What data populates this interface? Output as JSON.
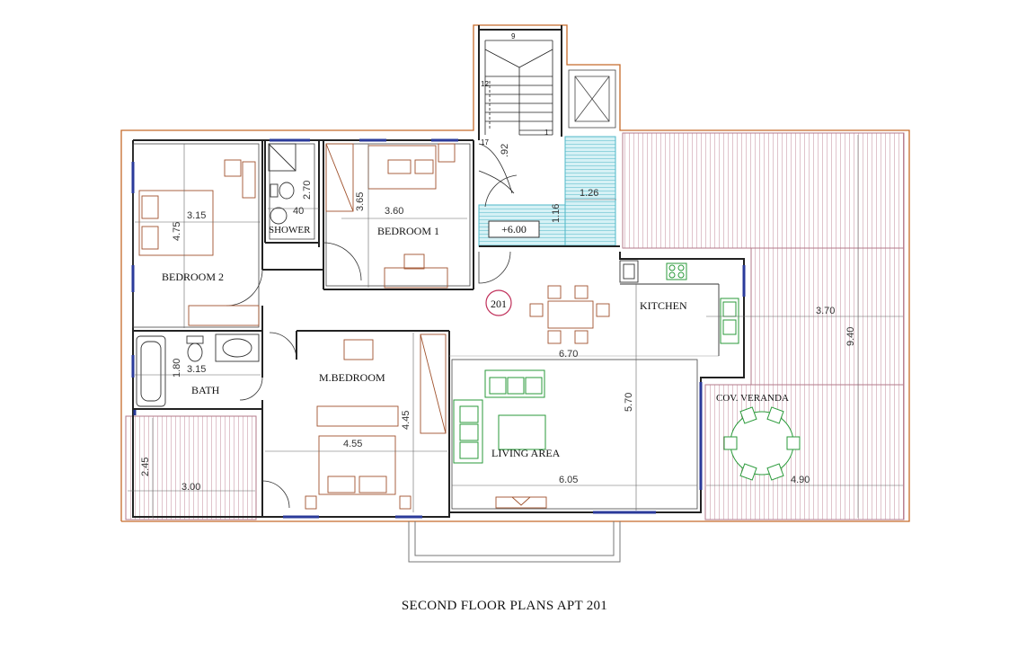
{
  "title": "SECOND FLOOR PLANS APT 201",
  "apartment_number": "201",
  "level": "+6.00",
  "rooms": {
    "bedroom2": "BEDROOM 2",
    "shower": "SHOWER",
    "bedroom1": "BEDROOM 1",
    "bath": "BATH",
    "mbedroom": "M.BEDROOM",
    "kitchen": "KITCHEN",
    "living": "LIVING AREA",
    "veranda": "COV. VERANDA"
  },
  "dimensions": {
    "b2_w": "3.15",
    "b2_h": "4.75",
    "shower_w": "40",
    "shower_h": "2.70",
    "b1_h": "3.65",
    "b1_w": "3.60",
    "stair_r": ".92",
    "land_w": "1.26",
    "land_h": "1.16",
    "bath_w": "3.15",
    "bath_h": "1.80",
    "mb_w": "4.55",
    "mb_h": "4.45",
    "liv_w1": "6.70",
    "liv_h": "5.70",
    "liv_w2": "6.05",
    "ver_w1": "3.70",
    "ver_h": "9.40",
    "ver_w2": "4.90",
    "bal_w": "3.00",
    "bal_h": "2.45"
  },
  "stair_steps": {
    "top": "9",
    "mid": "12",
    "start": "1",
    "end": "17"
  },
  "colors": {
    "wall": "#222222",
    "outline": "#c56a2a",
    "deck": "#b37a8a",
    "stair_landing": "#4fb8c8",
    "furniture_green": "#2a9a3a",
    "furniture_brown": "#a0522d",
    "window_blue": "#2a3a9a",
    "apt_circle": "#c0305a"
  }
}
